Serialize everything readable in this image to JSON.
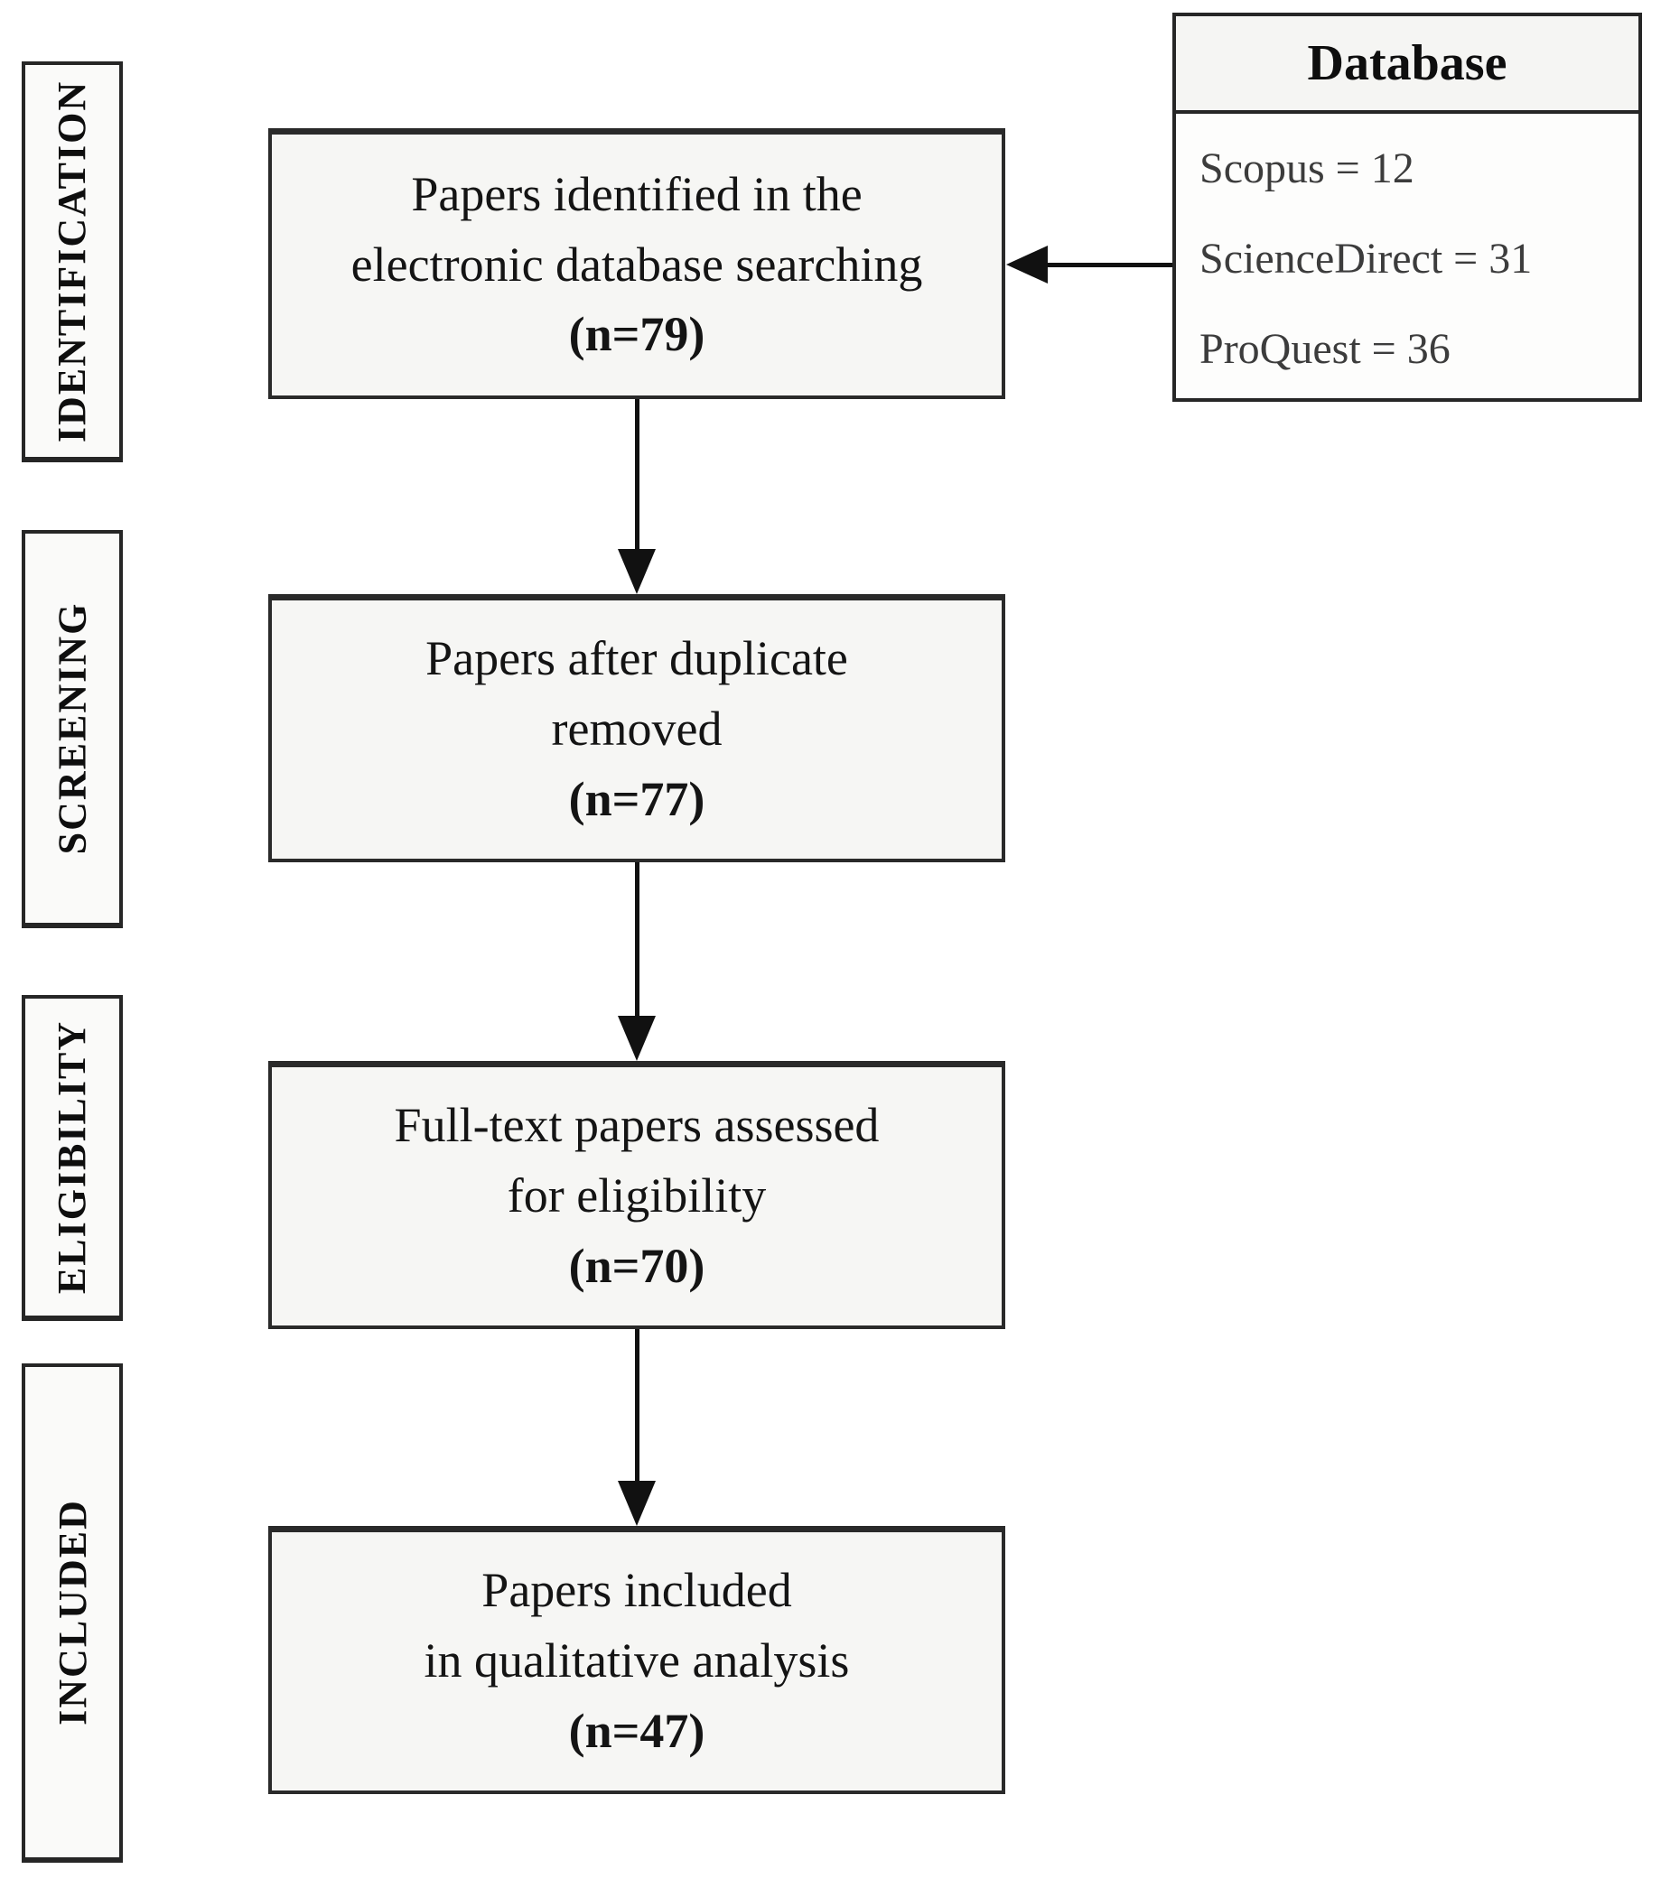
{
  "colors": {
    "ink": "#151515",
    "border": "#262626",
    "box_background": "#f6f6f4",
    "muted_text": "#3c3c3c"
  },
  "sidebar": {
    "labels": [
      "IDENTIFICATION",
      "SCREENING",
      "ELIGIBILITY",
      "INCLUDED"
    ]
  },
  "flow_boxes": [
    {
      "lines": [
        "Papers identified in the",
        "electronic database searching"
      ],
      "count": "(n=79)"
    },
    {
      "lines": [
        "Papers after duplicate",
        "removed"
      ],
      "count": "(n=77)"
    },
    {
      "lines": [
        "Full-text papers assessed",
        "for eligibility"
      ],
      "count": "(n=70)"
    },
    {
      "lines": [
        "Papers included",
        "in qualitative analysis"
      ],
      "count": "(n=47)"
    }
  ],
  "database_panel": {
    "title": "Database",
    "entries": [
      "Scopus = 12",
      "ScienceDirect = 31",
      "ProQuest = 36"
    ]
  }
}
